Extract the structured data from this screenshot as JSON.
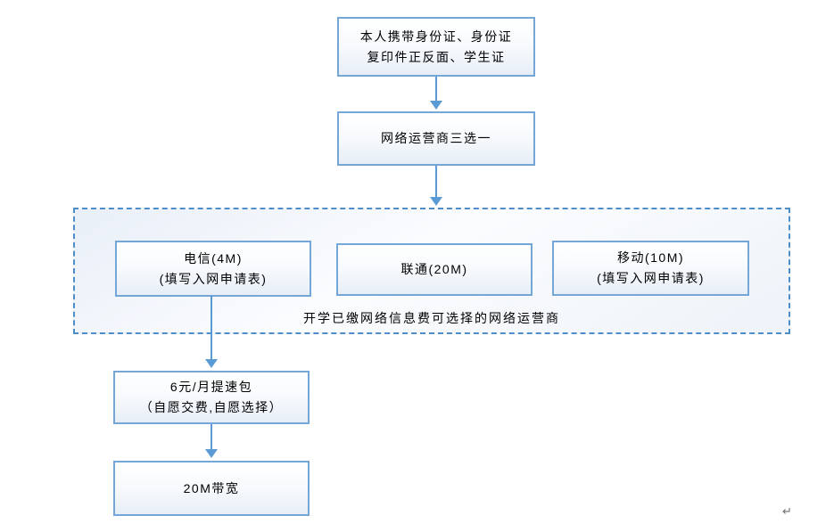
{
  "diagram": {
    "type": "flowchart",
    "nodes": {
      "requirements": {
        "line1": "本人携带身份证、身份证",
        "line2": "复印件正反面、学生证"
      },
      "operator_choice": {
        "line1": "网络运营商三选一"
      },
      "telecom": {
        "line1": "电信(4M)",
        "line2": "(填写入网申请表)"
      },
      "unicom": {
        "line1": "联通(20M)"
      },
      "mobile": {
        "line1": "移动(10M)",
        "line2": "(填写入网申请表)"
      },
      "speed_package": {
        "line1": "6元/月提速包",
        "line2": "（自愿交费,自愿选择）"
      },
      "bandwidth": {
        "line1": "20M带宽"
      }
    },
    "group": {
      "label": "开学已缴网络信息费可选择的网络运营商"
    },
    "marks": {
      "paragraph_mark": "↵"
    },
    "colors": {
      "box_border": "#74a7d8",
      "dashed_border": "#4e8dc8",
      "arrow": "#5b9bd5",
      "text": "#000000",
      "paragraph_mark": "#6e6e6e",
      "background": "#ffffff"
    }
  }
}
